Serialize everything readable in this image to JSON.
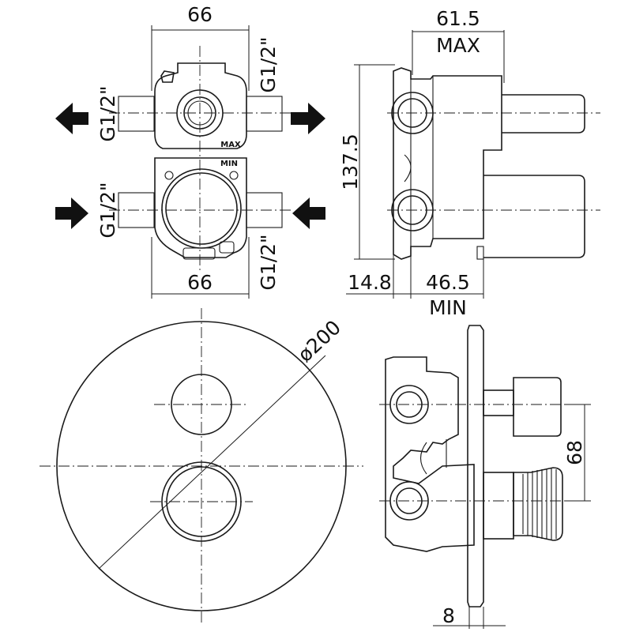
{
  "front_view": {
    "width_top": "66",
    "width_bottom": "66",
    "port_top_left": "G1/2\"",
    "port_top_right": "G1/2\"",
    "port_bottom_left": "G1/2\"",
    "port_bottom_right": "G1/2\"",
    "mark_max": "MAX",
    "mark_min": "MIN"
  },
  "side_view": {
    "depth_max": "61.5",
    "label_max": "MAX",
    "height": "137.5",
    "offset": "14.8",
    "depth_min": "46.5",
    "label_min": "MIN"
  },
  "plate_view": {
    "diameter": "ø200"
  },
  "assembly_view": {
    "spacing": "68",
    "plate_thickness": "8"
  }
}
